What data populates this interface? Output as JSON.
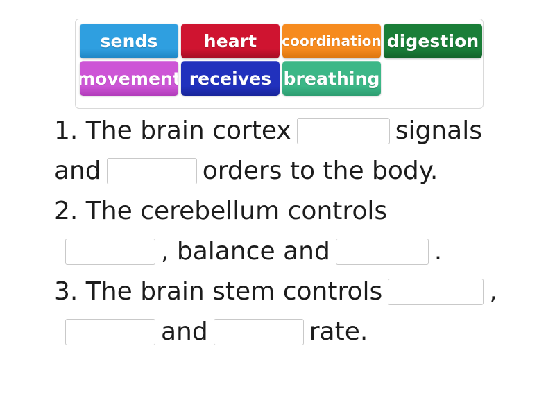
{
  "word_bank": {
    "tiles": [
      {
        "label": "sends",
        "color": "#2f9fe0",
        "edge": "#1f86c4",
        "text_size": "normal"
      },
      {
        "label": "heart",
        "color": "#cf1430",
        "edge": "#a50f25",
        "text_size": "normal"
      },
      {
        "label": "coordination",
        "color": "#f68b1f",
        "edge": "#dc760f",
        "text_size": "small"
      },
      {
        "label": "digestion",
        "color": "#1a7e38",
        "edge": "#14632b",
        "text_size": "normal"
      },
      {
        "label": "movement",
        "color": "#cd55d6",
        "edge": "#b13cba",
        "text_size": "normal"
      },
      {
        "label": "receives",
        "color": "#2131bd",
        "edge": "#18259a",
        "text_size": "normal"
      },
      {
        "label": "breathing",
        "color": "#3cb787",
        "edge": "#2d9d71",
        "text_size": "normal"
      }
    ]
  },
  "exercise": {
    "lines": [
      {
        "id": "line-1",
        "indent": false,
        "parts": [
          {
            "type": "text",
            "value": "1. The brain cortex"
          },
          {
            "type": "blank",
            "width": "w134",
            "value": ""
          },
          {
            "type": "text",
            "value": "signals"
          }
        ]
      },
      {
        "id": "line-2",
        "indent": false,
        "parts": [
          {
            "type": "text",
            "value": "and"
          },
          {
            "type": "blank",
            "width": "w130",
            "value": ""
          },
          {
            "type": "text",
            "value": "orders to the body."
          }
        ]
      },
      {
        "id": "line-3",
        "indent": false,
        "parts": [
          {
            "type": "text",
            "value": "2. The cerebellum controls"
          }
        ]
      },
      {
        "id": "line-4",
        "indent": true,
        "parts": [
          {
            "type": "blank",
            "width": "w130",
            "value": ""
          },
          {
            "type": "text",
            "value": ", balance and"
          },
          {
            "type": "blank",
            "width": "w134",
            "value": ""
          },
          {
            "type": "text",
            "value": "."
          }
        ]
      },
      {
        "id": "line-5",
        "indent": false,
        "parts": [
          {
            "type": "text",
            "value": "3. The brain stem controls"
          },
          {
            "type": "blank",
            "width": "w138",
            "value": ""
          },
          {
            "type": "text",
            "value": ","
          }
        ]
      },
      {
        "id": "line-6",
        "indent": true,
        "parts": [
          {
            "type": "blank",
            "width": "w130",
            "value": ""
          },
          {
            "type": "text",
            "value": "and"
          },
          {
            "type": "blank",
            "width": "w130",
            "value": ""
          },
          {
            "type": "text",
            "value": "rate."
          }
        ]
      }
    ]
  }
}
